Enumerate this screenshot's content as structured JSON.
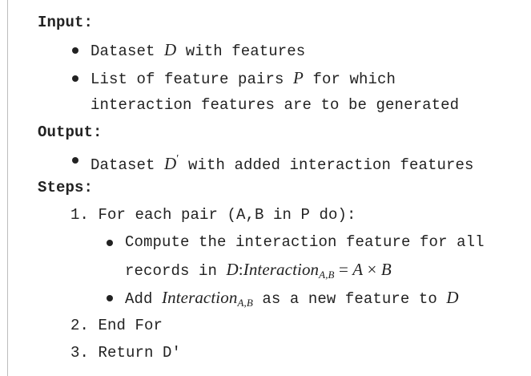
{
  "input": {
    "heading": "Input:",
    "item1": {
      "pre": "Dataset ",
      "var": "D",
      "post": " with features"
    },
    "item2": {
      "pre": "List of feature pairs ",
      "var": "P",
      "post": " for which",
      "line2": "interaction features are to be generated"
    }
  },
  "output": {
    "heading": "Output:",
    "item1": {
      "pre": "Dataset ",
      "var": "D",
      "sup": "′",
      "post": " with added interaction features"
    }
  },
  "steps": {
    "heading": "Steps:",
    "step1": {
      "text": "1. For each pair (A,B in P do):",
      "sub1": {
        "line1": "Compute the interaction feature for all",
        "pre": "records in ",
        "var": "D",
        "colon": ":",
        "name": "Interaction",
        "subscript": "A,B",
        "eq": " = ",
        "a": "A",
        "times": " × ",
        "b": "B"
      },
      "sub2": {
        "pre": "Add ",
        "name": "Interaction",
        "subscript": "A,B",
        "mid": " as a new feature to ",
        "var": "D"
      }
    },
    "step2": {
      "text": "2. End For"
    },
    "step3": {
      "text": "3. Return D′"
    }
  }
}
